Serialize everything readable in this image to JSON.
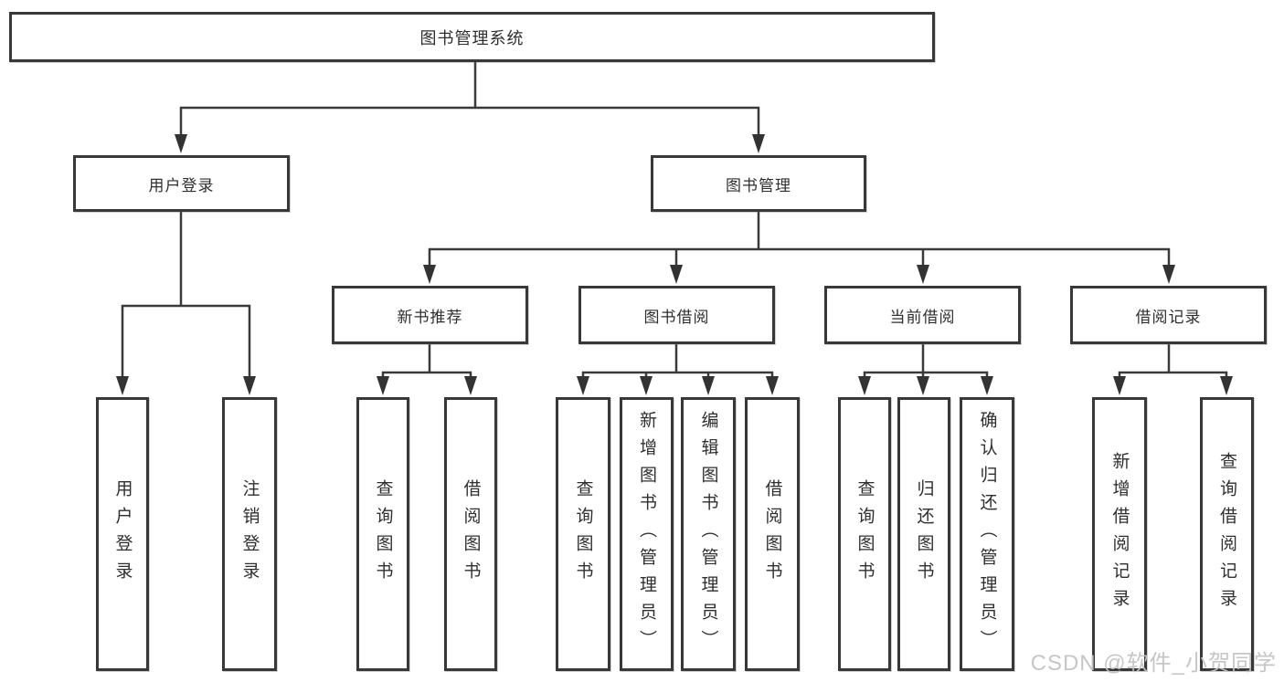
{
  "diagram_title": "图书管理系统",
  "tree": {
    "root": {
      "label": "图书管理系统"
    },
    "level2": [
      {
        "label": "用户登录",
        "children": [
          {
            "label": "用户登录"
          },
          {
            "label": "注销登录"
          }
        ]
      },
      {
        "label": "图书管理",
        "children": [
          {
            "label": "新书推荐",
            "children": [
              {
                "label": "查询图书"
              },
              {
                "label": "借阅图书"
              }
            ]
          },
          {
            "label": "图书借阅",
            "children": [
              {
                "label": "查询图书"
              },
              {
                "label": "新增图书（管理员）"
              },
              {
                "label": "编辑图书（管理员）"
              },
              {
                "label": "借阅图书"
              }
            ]
          },
          {
            "label": "当前借阅",
            "children": [
              {
                "label": "查询图书"
              },
              {
                "label": "归还图书"
              },
              {
                "label": "确认归还（管理员）"
              }
            ]
          },
          {
            "label": "借阅记录",
            "children": [
              {
                "label": "新增借阅记录"
              },
              {
                "label": "查询借阅记录"
              }
            ]
          }
        ]
      }
    ]
  },
  "watermark": {
    "text": "CSDN @软件_小贺同学"
  },
  "colors": {
    "line": "#3a3a3a",
    "border": "#383838",
    "text": "#2f2f2f",
    "watermark": "#c3c3c3",
    "background": "#ffffff"
  }
}
